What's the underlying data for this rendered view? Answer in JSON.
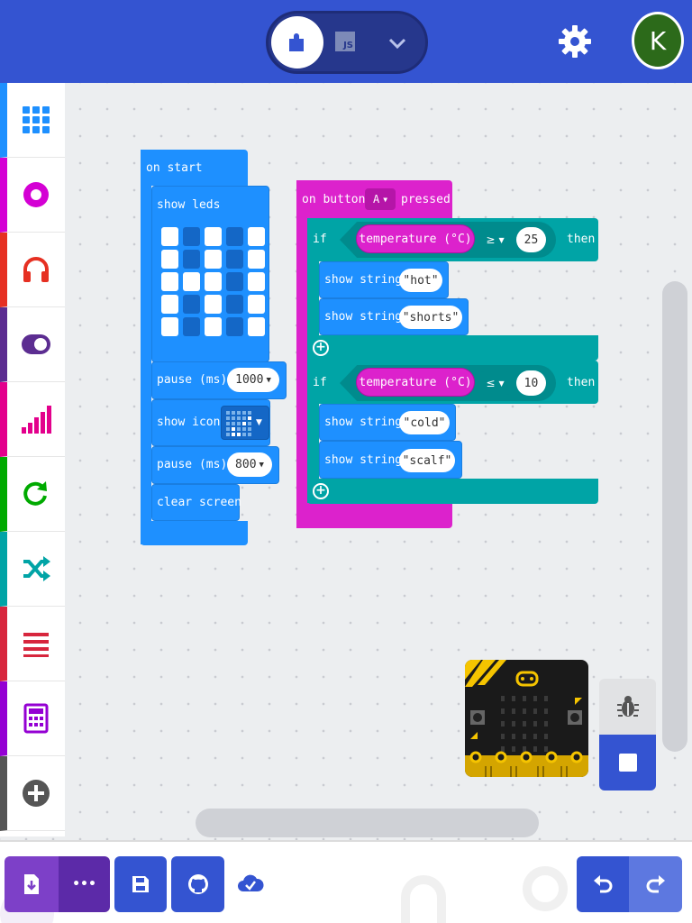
{
  "header": {
    "blocks_icon": "puzzle-icon",
    "js_label": "JS",
    "avatar_letter": "K",
    "colors": {
      "header": "#3454d1",
      "toggle": "#26378c",
      "avatar": "#2c6a1a"
    }
  },
  "toolbox": {
    "items": [
      {
        "icon": "grid-icon",
        "color": "#1e90ff"
      },
      {
        "icon": "circle-icon",
        "color": "#d400d4"
      },
      {
        "icon": "headphones-icon",
        "color": "#e63022"
      },
      {
        "icon": "toggle-icon",
        "color": "#5c2d91"
      },
      {
        "icon": "signal-icon",
        "color": "#e3008c"
      },
      {
        "icon": "refresh-icon",
        "color": "#00aa00"
      },
      {
        "icon": "shuffle-icon",
        "color": "#00a4a6"
      },
      {
        "icon": "list-icon",
        "color": "#d7263d"
      },
      {
        "icon": "calculator-icon",
        "color": "#9400d3"
      },
      {
        "icon": "plus-circle-icon",
        "color": "#555555"
      }
    ]
  },
  "on_start": {
    "title": "on start",
    "show_leds": "show leds",
    "leds": [
      [
        1,
        0,
        1,
        0,
        1
      ],
      [
        1,
        0,
        1,
        0,
        1
      ],
      [
        1,
        1,
        1,
        0,
        1
      ],
      [
        1,
        0,
        1,
        0,
        1
      ],
      [
        1,
        0,
        1,
        0,
        1
      ]
    ],
    "pause1_label": "pause (ms)",
    "pause1_value": "1000",
    "show_icon": "show icon",
    "pause2_label": "pause (ms)",
    "pause2_value": "800",
    "clear_screen": "clear screen"
  },
  "on_button": {
    "prefix": "on button",
    "button": "A",
    "suffix": "pressed",
    "if1": {
      "if_label": "if",
      "sensor": "temperature (°C)",
      "op": "≥",
      "value": "25",
      "then_label": "then",
      "stmt1": "show string",
      "str1": "hot",
      "stmt2": "show string",
      "str2": "shorts"
    },
    "if2": {
      "if_label": "if",
      "sensor": "temperature (°C)",
      "op": "≤",
      "value": "10",
      "then_label": "then",
      "stmt1": "show string",
      "str1": "cold",
      "stmt2": "show string",
      "str2": "scalf"
    }
  },
  "bottom": {
    "more_label": "•••"
  }
}
